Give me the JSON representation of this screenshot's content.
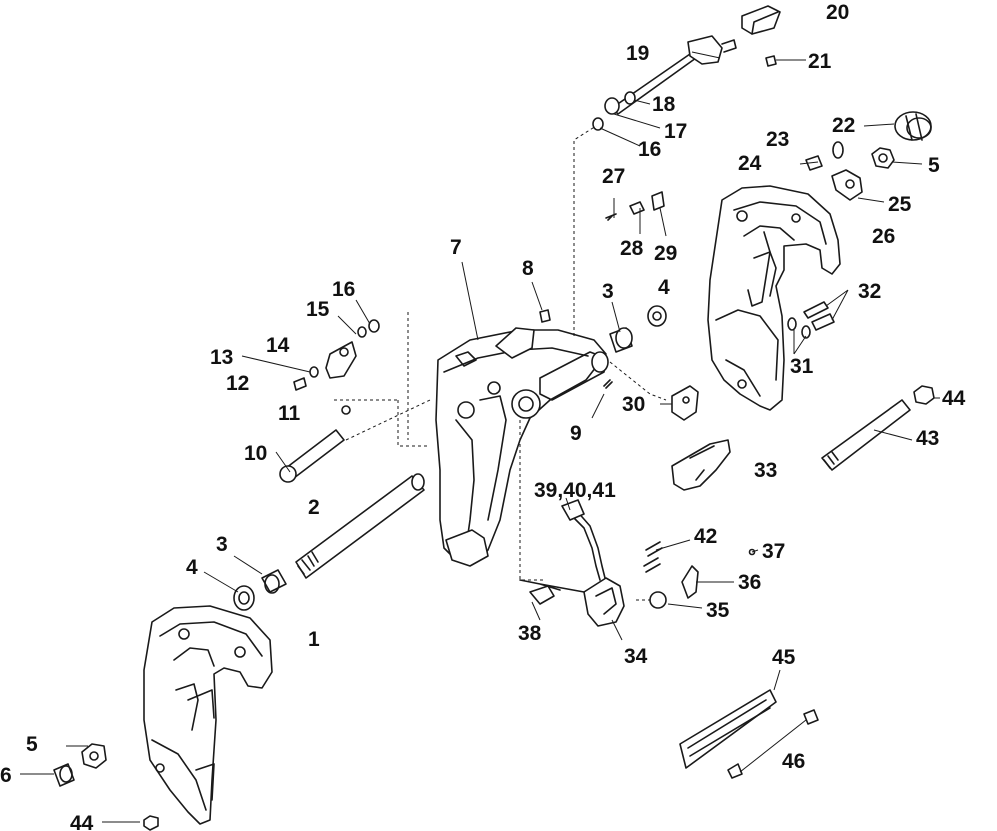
{
  "labels": {
    "n1": "1",
    "n2": "2",
    "n3a": "3",
    "n3b": "3",
    "n4a": "4",
    "n4b": "4",
    "n5a": "5",
    "n5b": "5",
    "n6": "6",
    "n7": "7",
    "n8": "8",
    "n9": "9",
    "n10": "10",
    "n11": "11",
    "n12": "12",
    "n13": "13",
    "n14": "14",
    "n15": "15",
    "n16a": "16",
    "n16b": "16",
    "n17": "17",
    "n18": "18",
    "n19": "19",
    "n20": "20",
    "n21": "21",
    "n22": "22",
    "n23": "23",
    "n24": "24",
    "n25": "25",
    "n26": "26",
    "n27": "27",
    "n28": "28",
    "n29": "29",
    "n30": "30",
    "n31": "31",
    "n32": "32",
    "n33": "33",
    "n34": "34",
    "n35": "35",
    "n36": "36",
    "n37": "37",
    "n38": "38",
    "n39": "39,40,41",
    "n42": "42",
    "n43": "43",
    "n44a": "44",
    "n44b": "44",
    "n45": "45",
    "n46": "46"
  },
  "colors": {
    "ink": "#1a1a1a",
    "background": "#ffffff"
  }
}
